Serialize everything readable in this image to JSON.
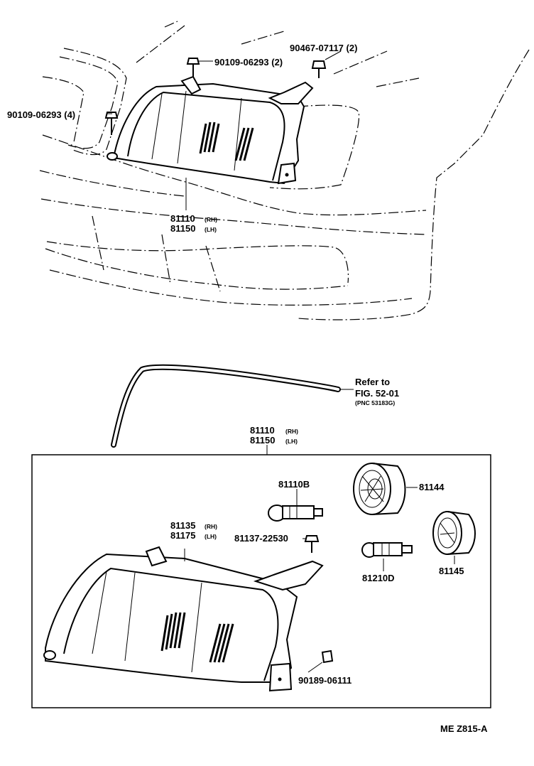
{
  "labels": {
    "bolt_top": "90109-06293 (2)",
    "bolt_left": "90109-06293 (4)",
    "nut_top_right": "90467-07117 (2)",
    "assy_upper_rh": "81110",
    "assy_upper_rh_tag": "(RH)",
    "assy_upper_lh": "81150",
    "assy_upper_lh_tag": "(LH)",
    "refer_line1": "Refer to",
    "refer_line2": "FIG. 52-01",
    "refer_line3": "(PNC  53183G)",
    "assy_box_rh": "81110",
    "assy_box_rh_tag": "(RH)",
    "assy_box_lh": "81150",
    "assy_box_lh_tag": "(LH)",
    "bulb_main": "81110B",
    "socket_cover": "81144",
    "unit_rh": "81135",
    "unit_rh_tag": "(RH)",
    "unit_lh": "81175",
    "unit_lh_tag": "(LH)",
    "screw": "81137-22530",
    "bulb_small": "81210D",
    "cap": "81145",
    "nut_bottom": "90189-06111",
    "figure_code": "ME  Z815-A"
  }
}
